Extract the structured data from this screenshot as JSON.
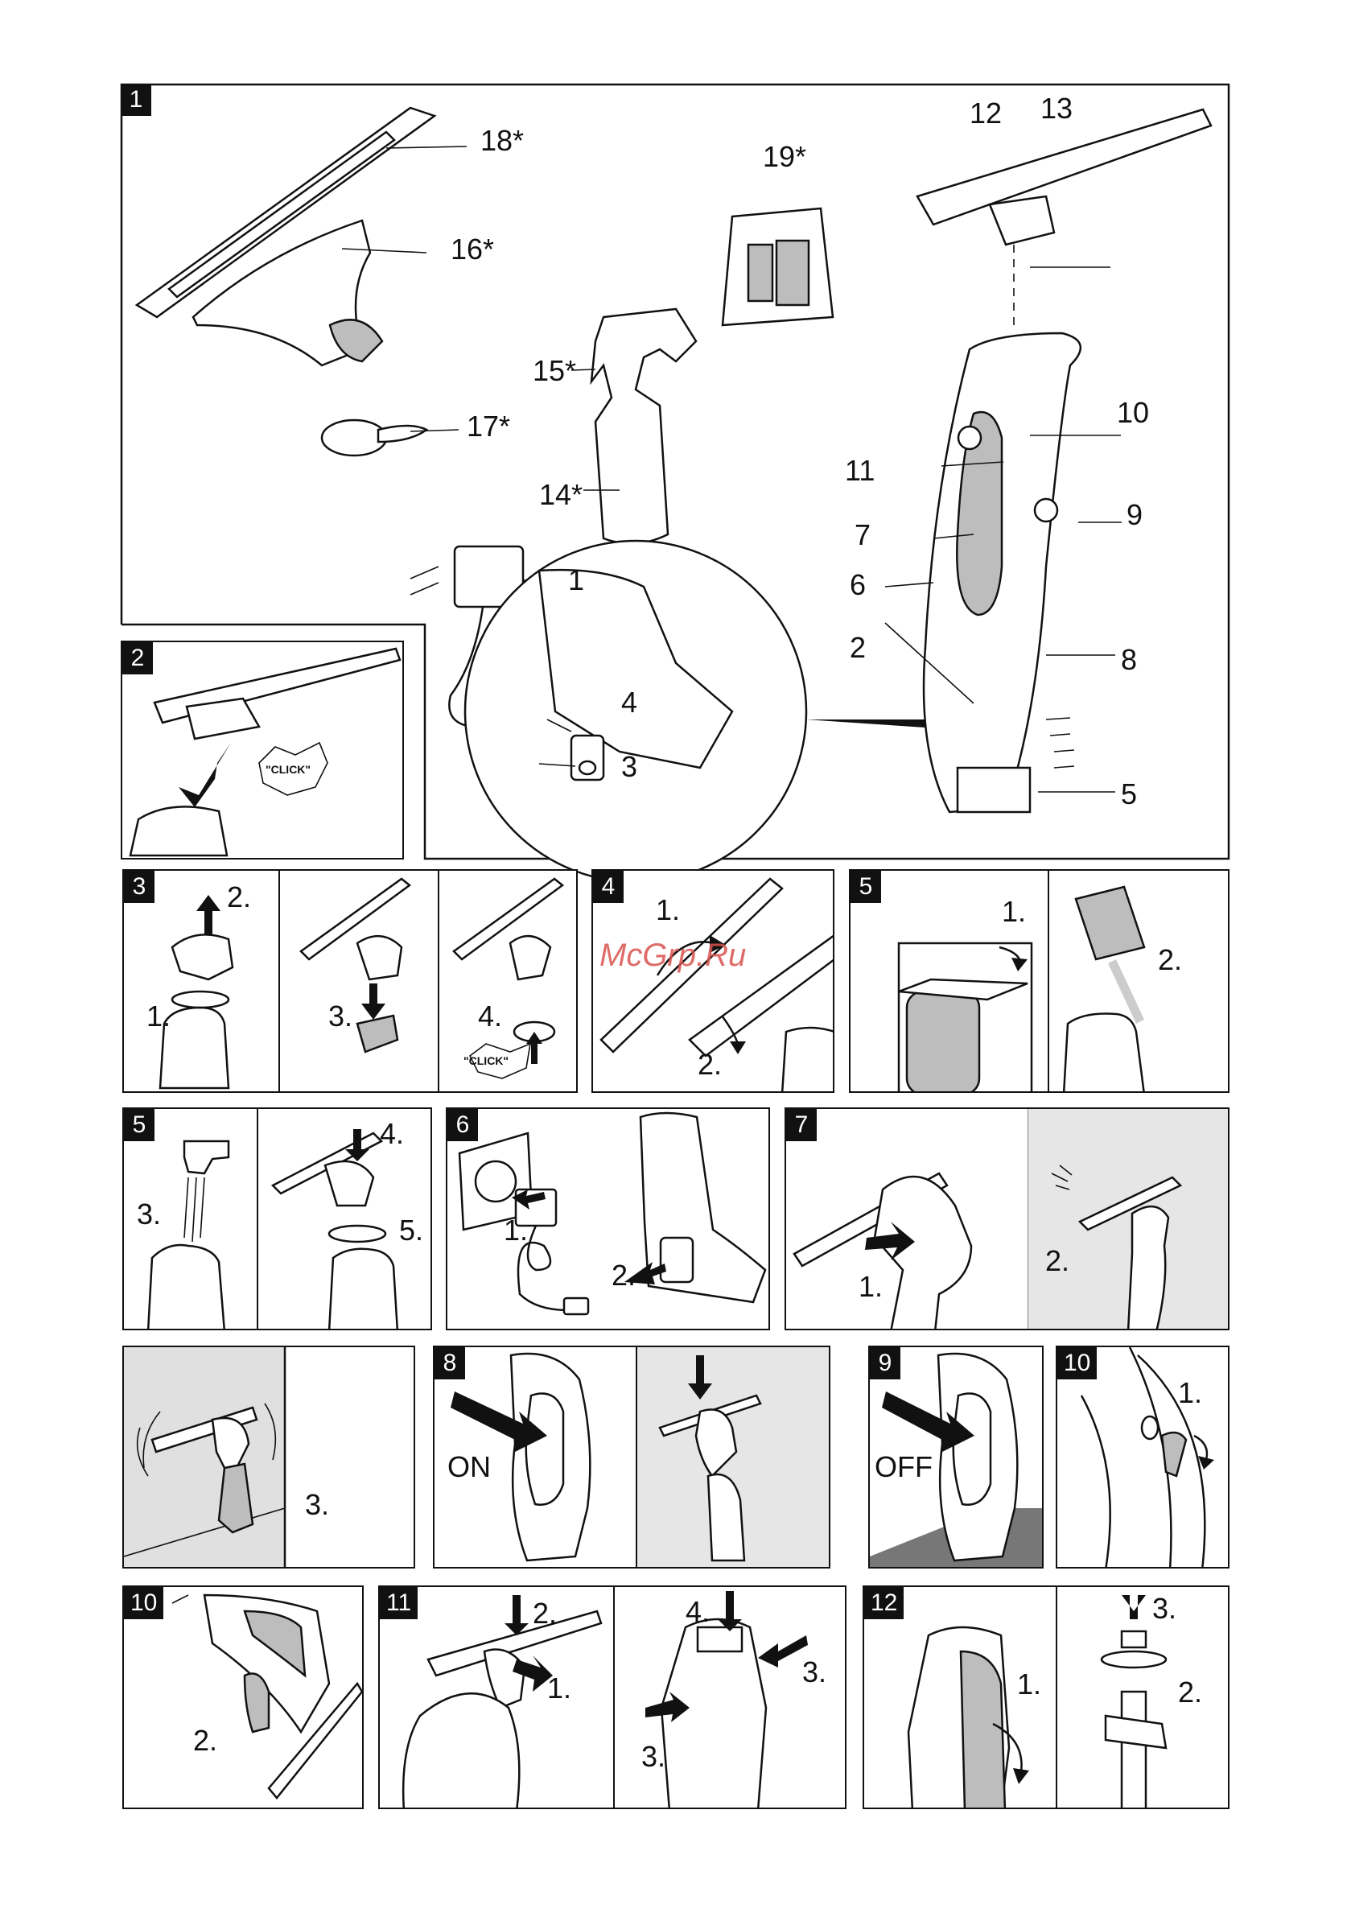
{
  "panel1": {
    "badge": "1",
    "labels": {
      "l18": "18*",
      "l16": "16*",
      "l17": "17*",
      "l19": "19*",
      "l15": "15*",
      "l14": "14*",
      "l1": "1",
      "l12": "12",
      "l13": "13",
      "l10": "10",
      "l11": "11",
      "l9": "9",
      "l7": "7",
      "l6": "6",
      "l2": "2",
      "l8": "8",
      "l4": "4",
      "l3": "3",
      "l5": "5"
    }
  },
  "panel2": {
    "badge": "2",
    "click": "\"CLICK\""
  },
  "panel3": {
    "badge": "3",
    "s1": "1.",
    "s2": "2.",
    "s3": "3.",
    "s4": "4.",
    "click": "\"CLICK\""
  },
  "panel4": {
    "badge": "4",
    "s1": "1.",
    "s2": "2."
  },
  "panel5a": {
    "badge": "5",
    "s1": "1.",
    "s2": "2."
  },
  "panel5b": {
    "badge": "5",
    "s3": "3.",
    "s4": "4.",
    "s5": "5."
  },
  "panel6": {
    "badge": "6",
    "s1": "1.",
    "s2": "2."
  },
  "panel7a": {
    "badge": "7",
    "s1": "1.",
    "s2": "2."
  },
  "panel7b": {
    "badge": "7",
    "s3": "3."
  },
  "panel8": {
    "badge": "8",
    "on": "ON"
  },
  "panel9": {
    "badge": "9",
    "off": "OFF"
  },
  "panel10a": {
    "badge": "10",
    "s1": "1."
  },
  "panel10b": {
    "badge": "10",
    "s2": "2."
  },
  "panel11": {
    "badge": "11",
    "s1": "1.",
    "s2": "2.",
    "s3a": "3.",
    "s3b": "3.",
    "s4": "4."
  },
  "panel12": {
    "badge": "12",
    "s1": "1.",
    "s2": "2.",
    "s3": "3."
  },
  "watermark": "McGrp.Ru"
}
